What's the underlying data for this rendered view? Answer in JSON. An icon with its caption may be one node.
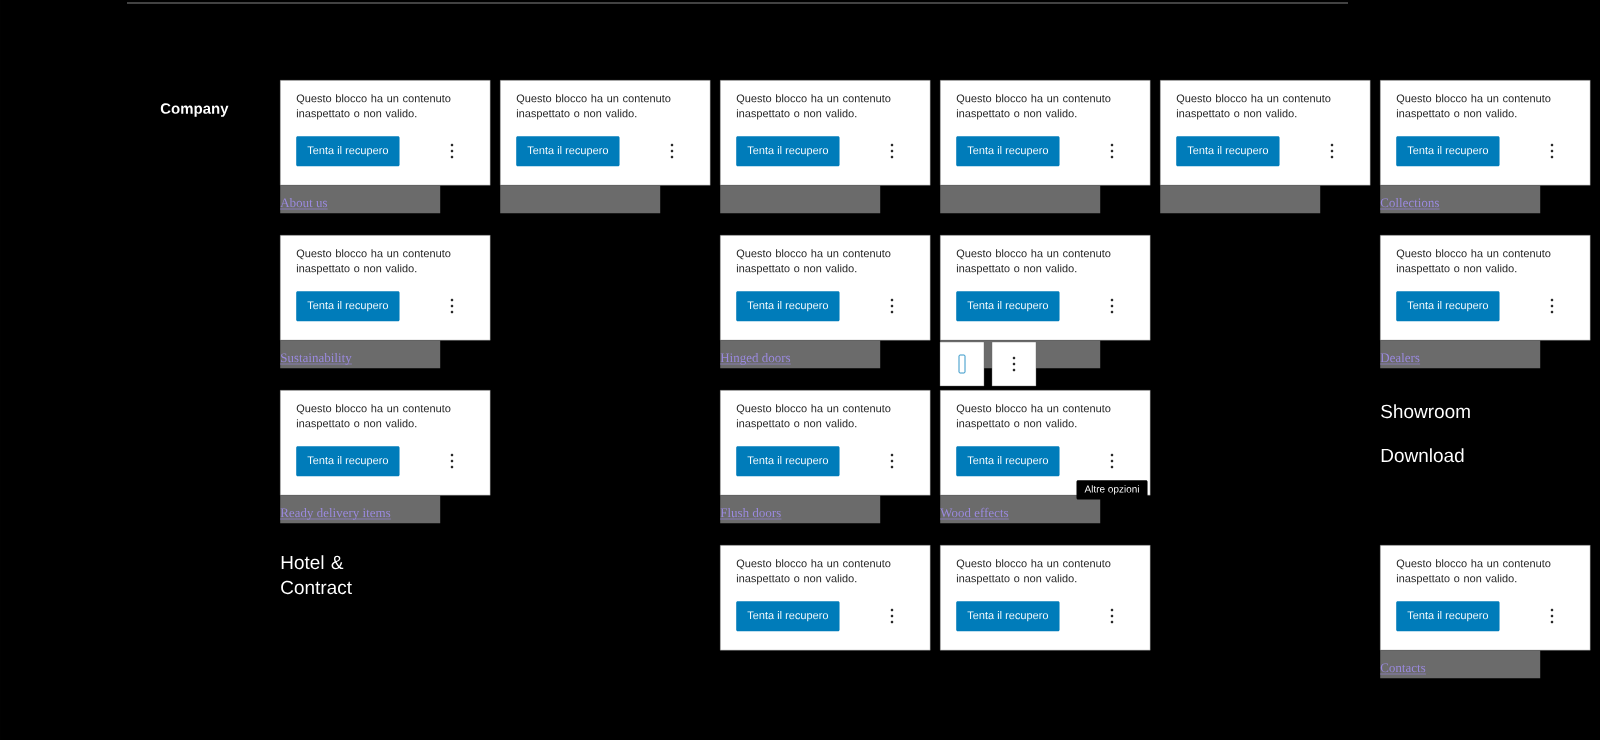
{
  "diagram": {
    "nodes": [
      {
        "text": [
          "Questo blocco ha un contenuto inaspettato o non valido.",
          "Tenta il recupero"
        ]
      },
      {
        "text": [
          "About us"
        ]
      },
      {
        "text": [
          "Questo blocco ha un contenuto inaspettato o non valido.",
          "Tenta il recupero"
        ]
      },
      {
        "text": [
          "Sustainability"
        ]
      },
      {
        "text": [
          "Questo blocco ha un contenuto inaspettato o non valido.",
          "Tenta il recupero"
        ]
      },
      {
        "text": [
          "Ready delivery items"
        ]
      },
      {
        "text": [
          "Questo blocco ha un contenuto inaspettato o non valido.",
          "Tenta il recupero"
        ]
      },
      {
        "text": [],
        "shape": "bar"
      },
      {
        "text": [
          "Questo blocco ha un contenuto inaspettato o non valido.",
          "Tenta il recupero"
        ]
      },
      {
        "text": [],
        "shape": "bar"
      },
      {
        "text": [
          "Questo blocco ha un contenuto inaspettato o non valido.",
          "Tenta il recupero"
        ]
      },
      {
        "text": [
          "Hinged doors"
        ]
      },
      {
        "text": [
          "Questo blocco ha un contenuto inaspettato o non valido.",
          "Tenta il recupero"
        ]
      },
      {
        "text": [
          "Flush doors"
        ]
      },
      {
        "text": [
          "Questo blocco ha un contenuto inaspettato o non valido.",
          "Tenta il recupero"
        ]
      },
      {
        "text": [
          "Questo blocco ha un contenuto inaspettato o non valido.",
          "Tenta il recupero"
        ]
      },
      {
        "text": [],
        "shape": "bar"
      },
      {
        "text": [
          "Questo blocco ha un contenuto inaspettato o non valido.",
          "Tenta il recupero"
        ]
      },
      {
        "text": [],
        "shape": "bar"
      },
      {
        "text": [
          "Questo blocco ha un contenuto inaspettato o non valido.",
          "Tenta il recupero"
        ]
      },
      {
        "text": [
          "Wood effects"
        ]
      },
      {
        "text": [
          "Questo blocco ha un contenuto inaspettato o non valido.",
          "Tenta il recupero"
        ]
      },
      {
        "text": [
          "Questo blocco ha un contenuto inaspettato o non valido.",
          "Tenta il recupero"
        ]
      },
      {
        "text": [],
        "shape": "bar"
      },
      {
        "text": [
          "Questo blocco ha un contenuto inaspettato o non valido.",
          "Tenta il recupero"
        ]
      },
      {
        "text": [
          "Collections"
        ]
      },
      {
        "text": [
          "Questo blocco ha un contenuto inaspettato o non valido.",
          "Tenta il recupero"
        ]
      },
      {
        "text": [
          "Dealers"
        ]
      },
      {
        "text": [
          "Questo blocco ha un contenuto inaspettato o non valido.",
          "Tenta il recupero"
        ]
      },
      {
        "text": [
          "Contacts"
        ]
      }
    ],
    "labels": [
      "Company",
      "Hotel & Contract",
      "Showroom",
      "Download",
      "Altre opzioni"
    ]
  }
}
